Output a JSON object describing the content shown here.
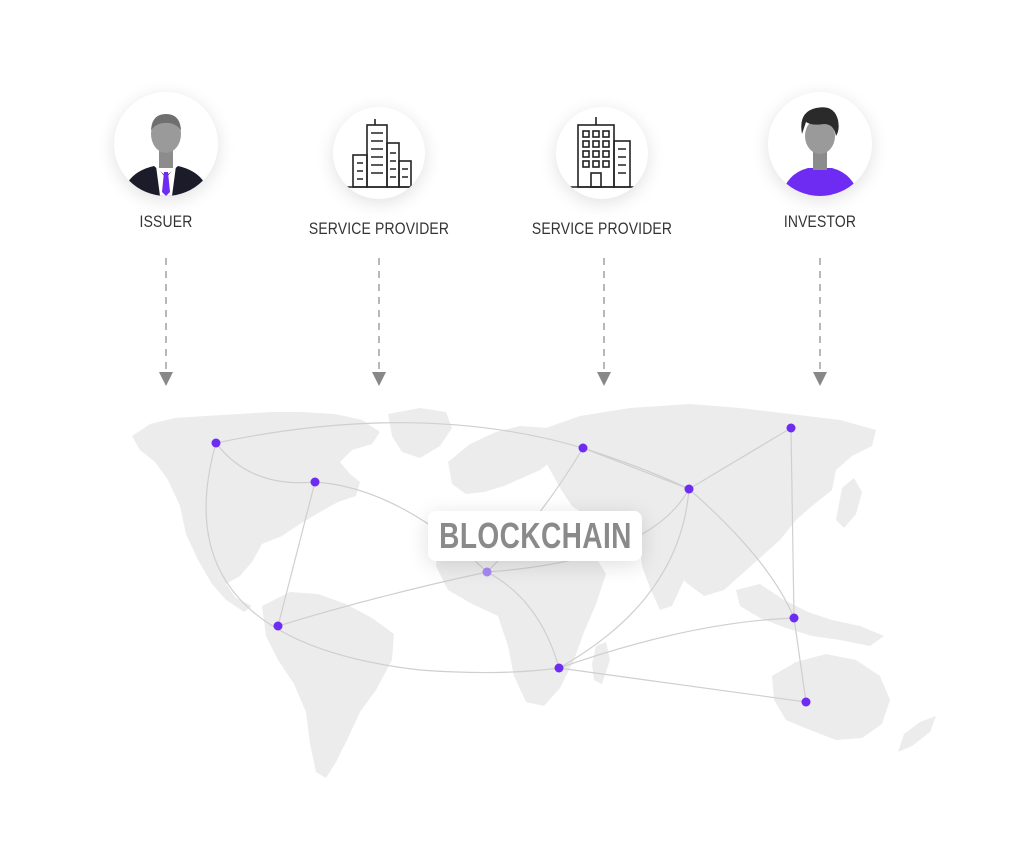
{
  "actors": [
    {
      "id": "issuer",
      "label": "ISSUER",
      "icon": "businessman-icon"
    },
    {
      "id": "service-provider-1",
      "label": "SERVICE PROVIDER",
      "icon": "office-buildings-icon"
    },
    {
      "id": "service-provider-2",
      "label": "SERVICE PROVIDER",
      "icon": "office-tower-icon"
    },
    {
      "id": "investor",
      "label": "INVESTOR",
      "icon": "person-icon"
    }
  ],
  "center": {
    "label": "BLOCKCHAIN"
  },
  "colors": {
    "accent": "#6e2cf2",
    "map": "#ececec",
    "line": "#cfcfcf",
    "arrow": "#888888",
    "label_text": "#333333",
    "center_text": "#8a8a8a"
  }
}
